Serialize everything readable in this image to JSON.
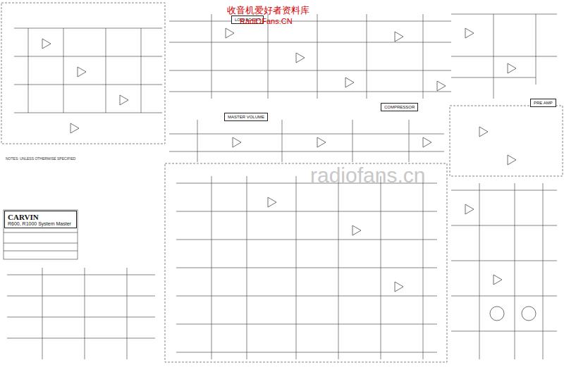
{
  "diagram": {
    "nodes": [
      {
        "text": [
          "CARVIN",
          "R600, R1000 System Master"
        ]
      },
      {
        "text": [
          "LOW BOOST"
        ]
      },
      {
        "text": [
          "MASTER VOLUME"
        ]
      },
      {
        "text": [
          "COMPRESSOR"
        ]
      },
      {
        "text": [
          "PRE AMP"
        ]
      }
    ],
    "labels": [
      "收音机爱好者资料库",
      "RadiOFans.CN",
      "radiofans.cn",
      "NOTES: UNLESS OTHERWISE SPECIFIED"
    ]
  }
}
